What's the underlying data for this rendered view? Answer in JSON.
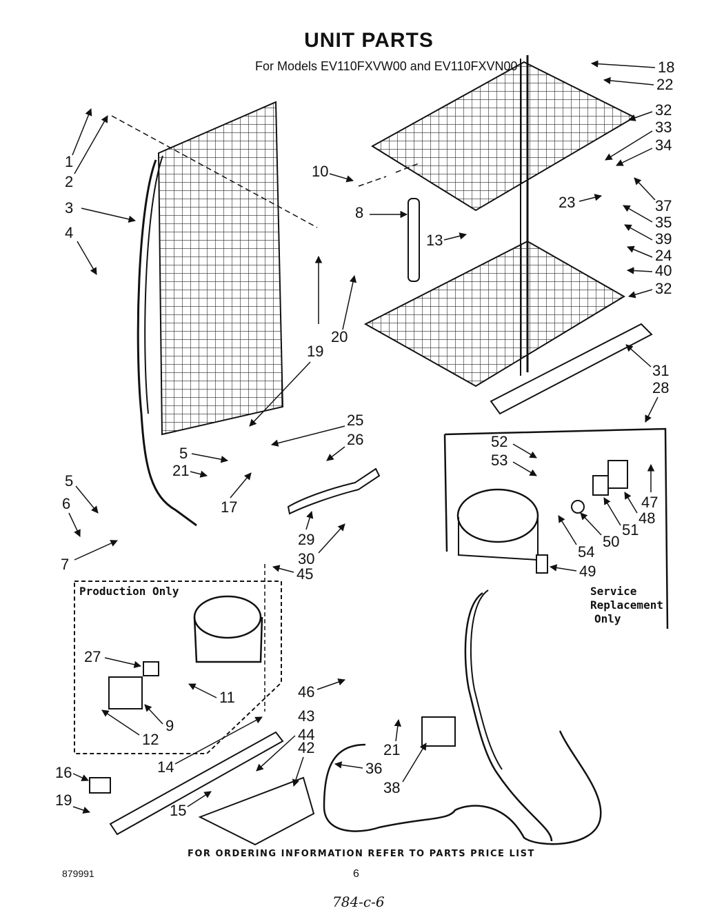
{
  "header": {
    "title": "UNIT PARTS",
    "subtitle": "For Models EV110FXVW00 and EV110FXVN00"
  },
  "boxes": {
    "production_label": "Production Only",
    "service_lines": [
      "Service",
      "Replacement",
      "Only"
    ]
  },
  "callouts": [
    "1",
    "2",
    "3",
    "4",
    "5",
    "6",
    "7",
    "5",
    "21",
    "17",
    "25",
    "26",
    "29",
    "30",
    "19",
    "20",
    "10",
    "8",
    "13",
    "18",
    "22",
    "32",
    "33",
    "34",
    "23",
    "37",
    "35",
    "39",
    "24",
    "40",
    "32",
    "31",
    "28",
    "52",
    "53",
    "47",
    "48",
    "51",
    "50",
    "54",
    "49",
    "45",
    "27",
    "11",
    "9",
    "12",
    "46",
    "43",
    "44",
    "42",
    "14",
    "16",
    "19",
    "15",
    "21",
    "36",
    "38"
  ],
  "footer": {
    "note": "FOR ORDERING INFORMATION REFER TO PARTS PRICE LIST",
    "doc_number": "879991",
    "page": "6",
    "handwritten": "784-c-6"
  }
}
